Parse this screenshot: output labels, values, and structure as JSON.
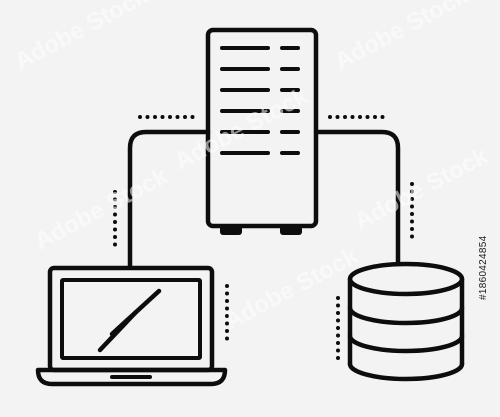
{
  "diagram": {
    "nodes": [
      {
        "id": "server",
        "icon": "server-tower-icon"
      },
      {
        "id": "laptop",
        "icon": "laptop-icon"
      },
      {
        "id": "database",
        "icon": "database-icon"
      }
    ],
    "edges": [
      {
        "from": "server",
        "to": "laptop"
      },
      {
        "from": "server",
        "to": "database"
      }
    ]
  },
  "watermark": {
    "text": "Adobe Stock",
    "repeated": true
  },
  "stock_id": "#1860424854",
  "colors": {
    "background": "#f3f3f3",
    "line": "#0d0d0d",
    "watermark": "#ffffff",
    "id_text": "#1a1a1a"
  }
}
